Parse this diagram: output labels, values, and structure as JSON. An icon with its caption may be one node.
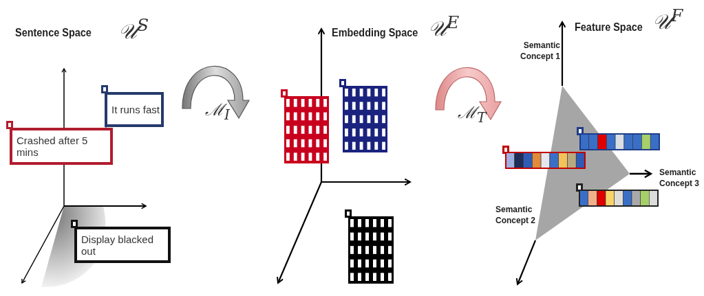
{
  "diagram": {
    "nodes": [
      {
        "text": [
          "It runs fast"
        ]
      },
      {
        "text": [
          "Crashed after 5 mins"
        ]
      },
      {
        "text": [
          "Display blacked out"
        ]
      },
      {
        "text": [],
        "shape": "grid"
      },
      {
        "text": [],
        "shape": "grid"
      },
      {
        "text": [],
        "shape": "grid"
      },
      {
        "text": [],
        "shape": "bar"
      },
      {
        "text": [],
        "shape": "bar"
      },
      {
        "text": [],
        "shape": "bar"
      }
    ],
    "labels": [
      "Sentence Space",
      "𝒰$^{S}$",
      "Embedding Space",
      "𝒰$^{E}$",
      "Feature Space",
      "𝒰$^{F}$",
      "Semantic Concept 1",
      "ℳ$_{I}$",
      "ℳ$_{T}$",
      "Semantic Concept 3",
      "Semantic Concept 2"
    ]
  }
}
